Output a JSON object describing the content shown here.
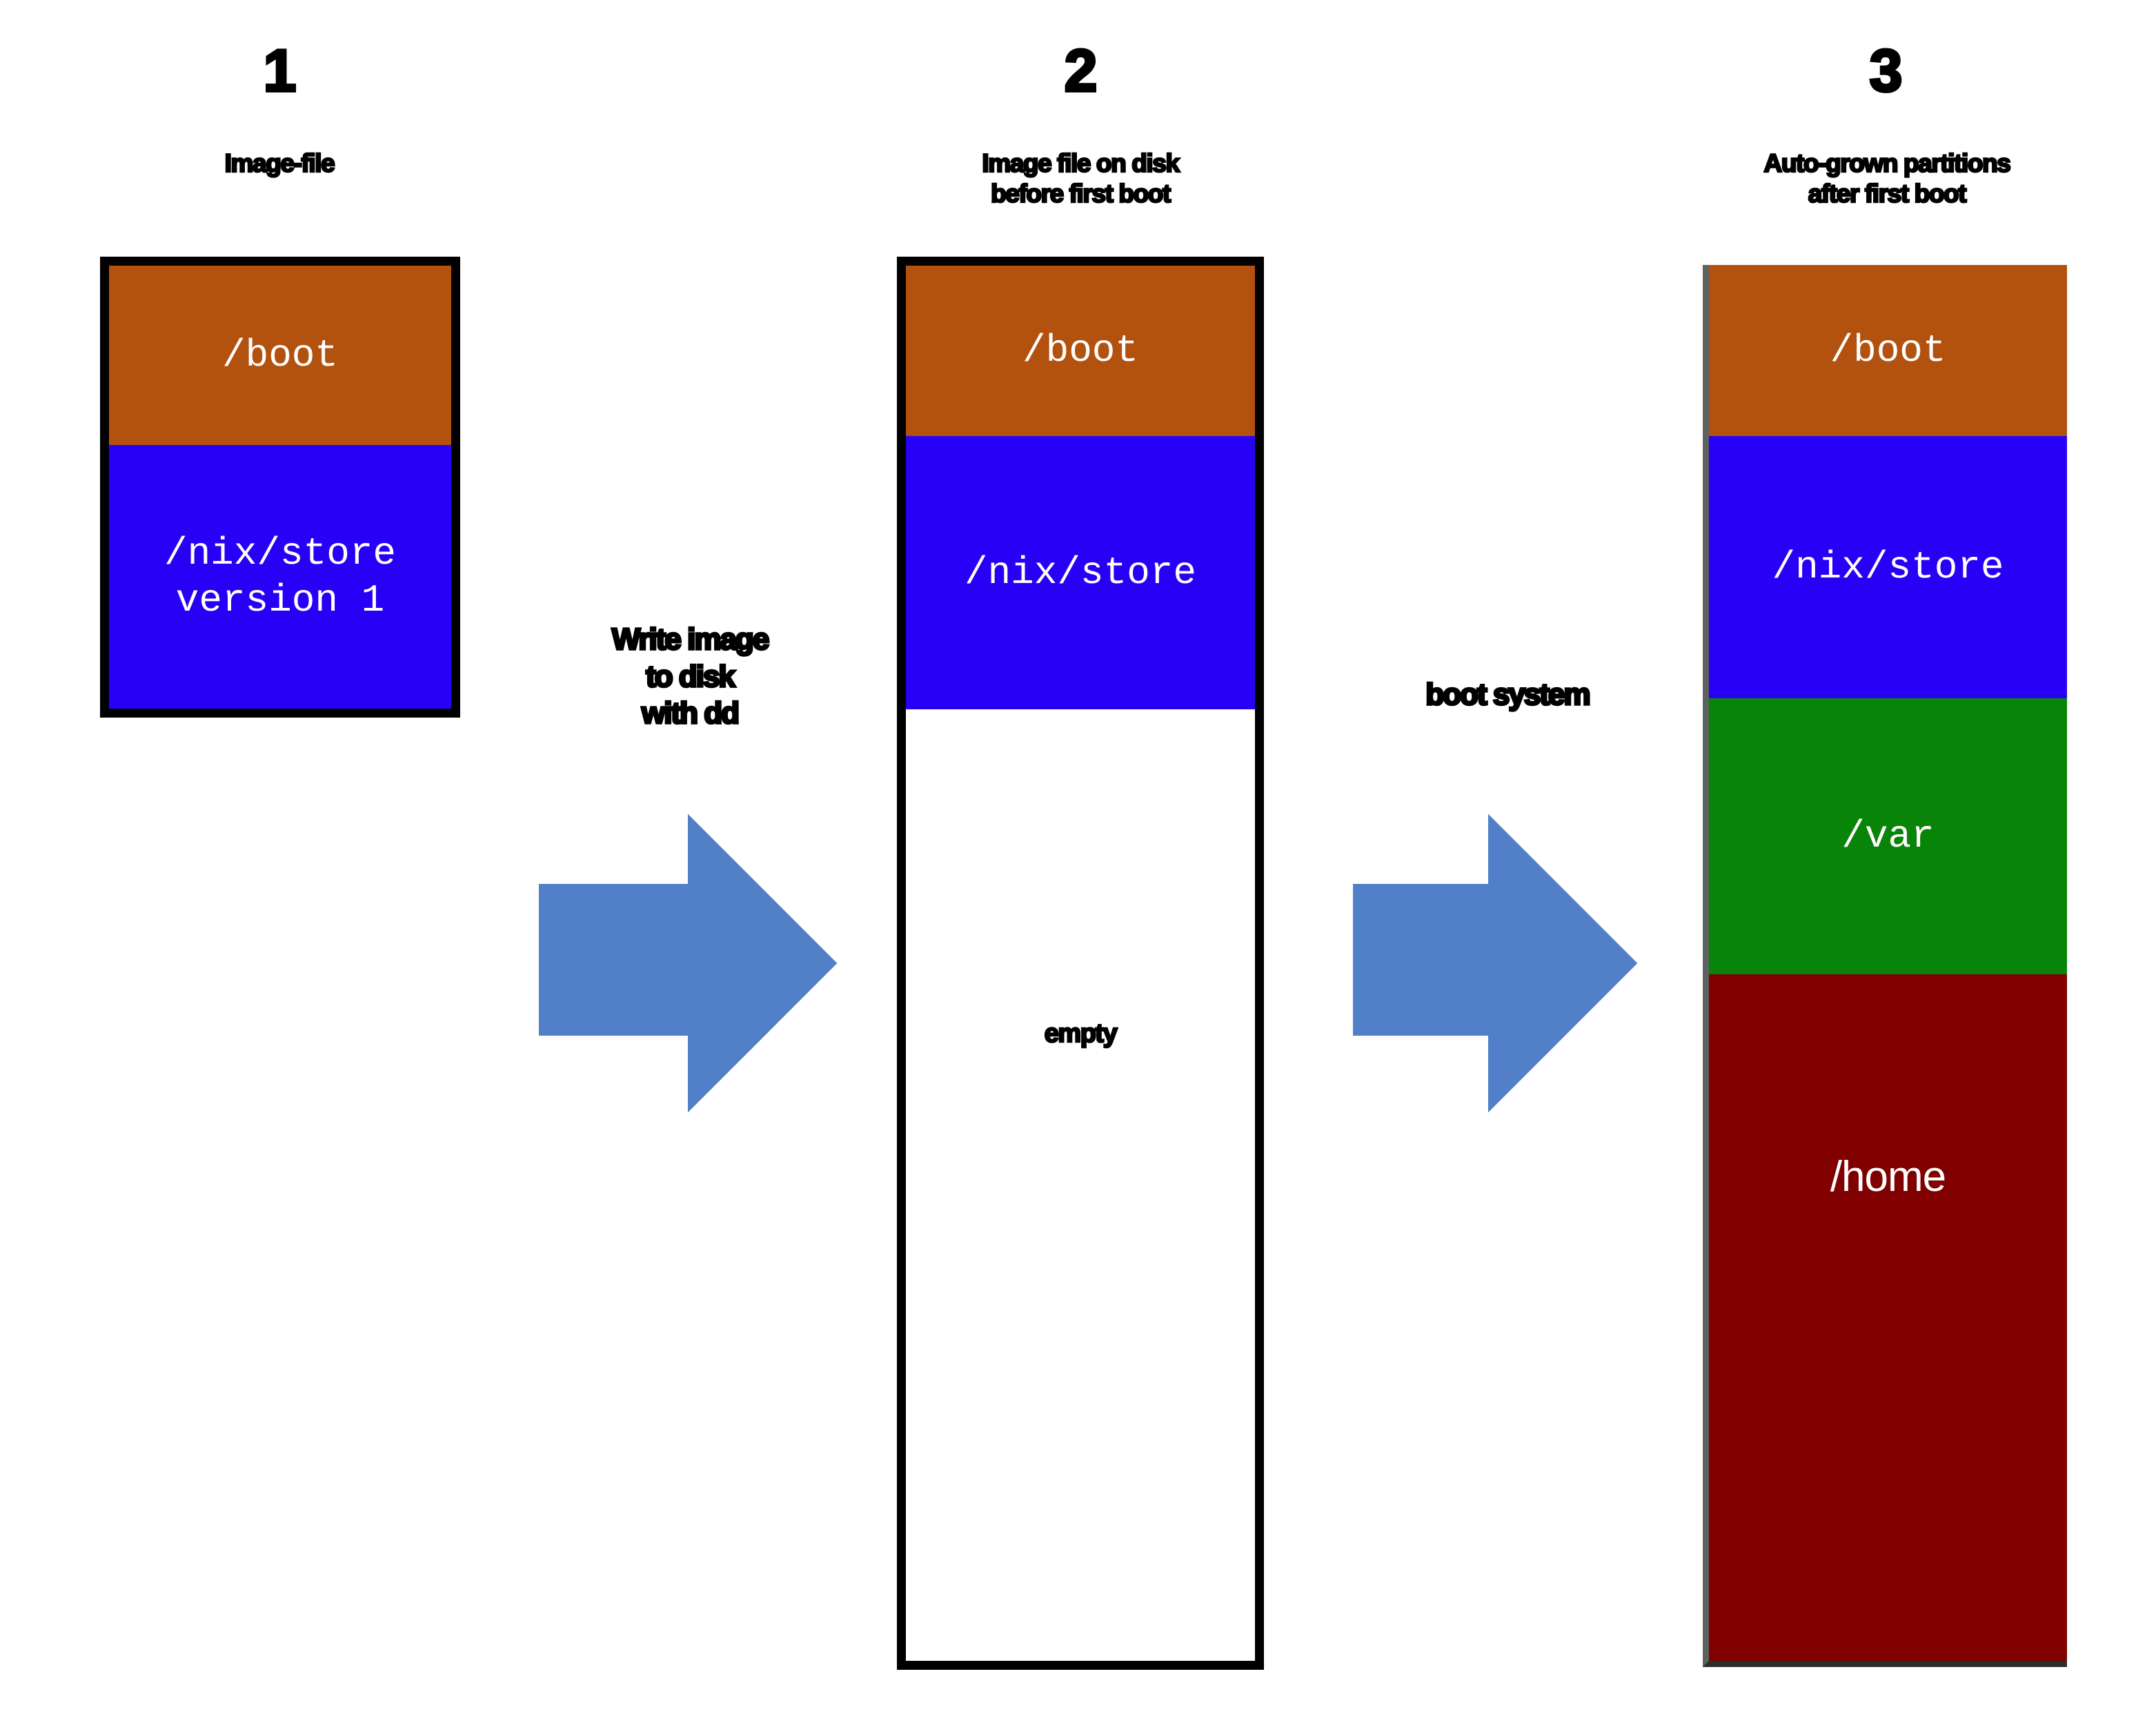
{
  "diagram": {
    "title_hidden": "",
    "background": "#ffffff",
    "steps": [
      {
        "number": "1",
        "caption": "Image-file",
        "disk_style": "outlined",
        "partitions": [
          {
            "label": "/boot",
            "sublabel": "",
            "color": "#b3510f",
            "label_font": "mono"
          },
          {
            "label": "/nix/store",
            "sublabel": "version 1",
            "color": "#2800f5",
            "label_font": "mono"
          }
        ]
      },
      {
        "number": "2",
        "caption": "Image file on disk\nbefore first boot",
        "disk_style": "outlined",
        "partitions": [
          {
            "label": "/boot",
            "sublabel": "",
            "color": "#b3510f",
            "label_font": "mono"
          },
          {
            "label": "/nix/store",
            "sublabel": "",
            "color": "#2800f5",
            "label_font": "mono"
          },
          {
            "label": "empty",
            "sublabel": "",
            "color": "#ffffff",
            "label_font": "sans-bold"
          }
        ]
      },
      {
        "number": "3",
        "caption": "Auto-grown partitions\nafter first boot",
        "disk_style": "plain",
        "partitions": [
          {
            "label": "/boot",
            "sublabel": "",
            "color": "#b3510f",
            "label_font": "mono"
          },
          {
            "label": "/nix/store",
            "sublabel": "",
            "color": "#2800f5",
            "label_font": "mono"
          },
          {
            "label": "/var",
            "sublabel": "",
            "color": "#088408",
            "label_font": "mono"
          },
          {
            "label": "/home",
            "sublabel": "",
            "color": "#800000",
            "label_font": "sans"
          }
        ]
      }
    ],
    "arrows": [
      {
        "label": "Write image\nto disk\nwith dd",
        "color": "#5280c8",
        "direction": "right"
      },
      {
        "label": "boot system",
        "color": "#5280c8",
        "direction": "right"
      }
    ],
    "colors": {
      "boot": "#b3510f",
      "nix_store": "#2800f5",
      "var": "#088408",
      "home": "#800000",
      "empty": "#ffffff",
      "arrow": "#5280c8",
      "outline": "#000000",
      "text_on_fill": "#ffffff",
      "text_black": "#000000"
    }
  }
}
